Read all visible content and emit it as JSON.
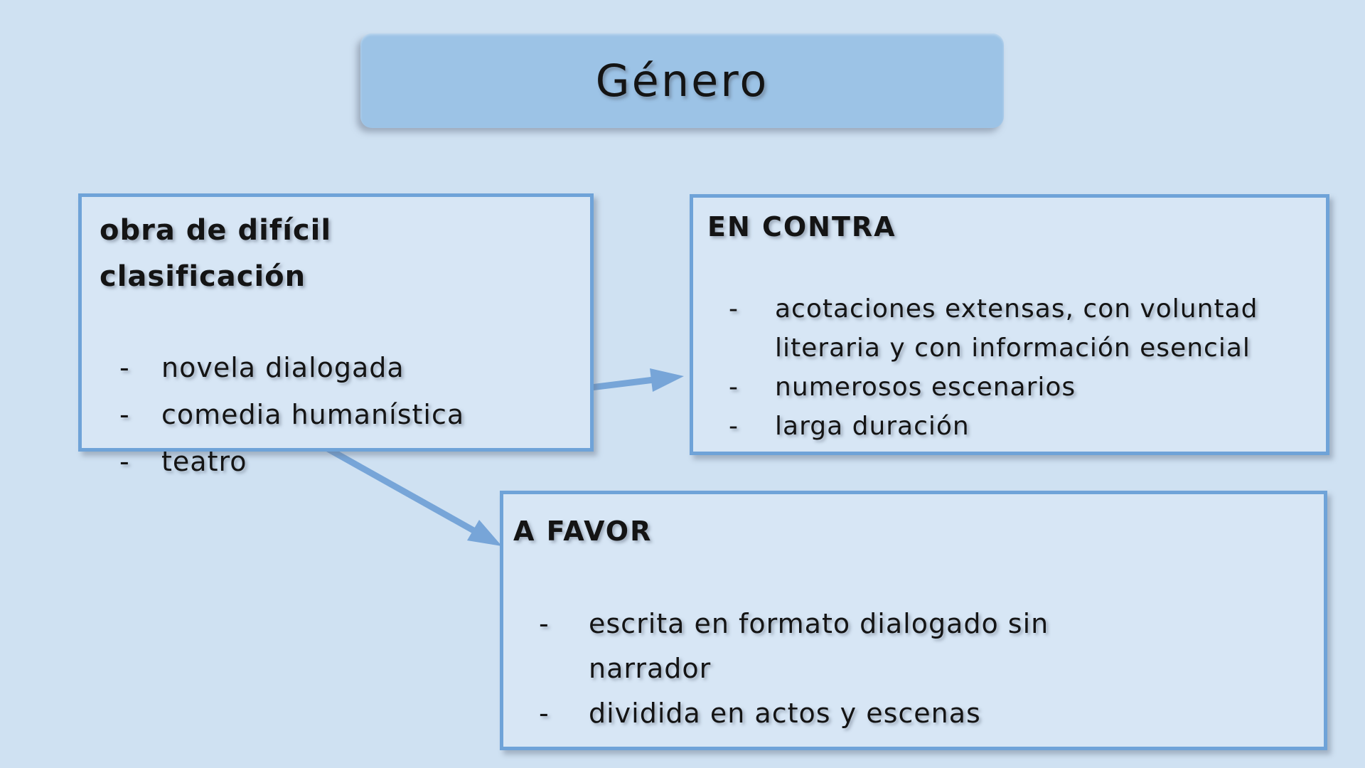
{
  "title_box": {
    "label": "Género"
  },
  "bullet_dash": "-",
  "classification_box": {
    "heading_lines": [
      "obra de difícil",
      "clasificación"
    ],
    "bullets": [
      "novela dialogada",
      "comedia humanística",
      "teatro"
    ]
  },
  "en_contra_box": {
    "heading": "EN CONTRA",
    "lines": [
      {
        "dash": "-",
        "text": "acotaciones extensas, con voluntad"
      },
      {
        "dash": "",
        "text": "literaria y con información esencial"
      },
      {
        "dash": "-",
        "text": "numerosos escenarios"
      },
      {
        "dash": "-",
        "text": "larga duración"
      }
    ]
  },
  "a_favor_box": {
    "heading": "A FAVOR",
    "lines": [
      {
        "dash": "-",
        "text": "escrita en formato dialogado sin"
      },
      {
        "dash": "",
        "text": "narrador"
      },
      {
        "dash": "-",
        "text": "dividida en actos y escenas"
      }
    ]
  },
  "colors": {
    "background": "#cfe1f2",
    "box_fill": "#d7e6f5",
    "border": "#6fa3d8",
    "arrow": "#77a5d8",
    "title_fill": "#9cc3e6",
    "ink": "#141414"
  }
}
